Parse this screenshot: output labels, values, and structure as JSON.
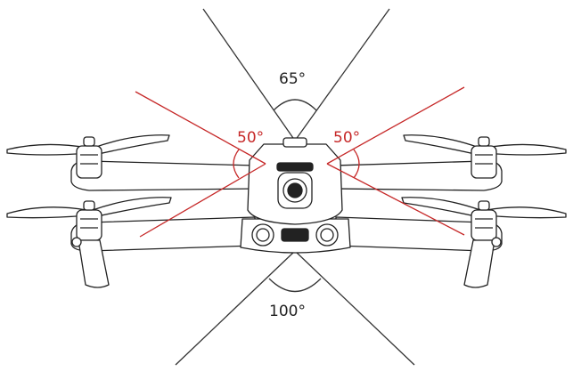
{
  "diagram": {
    "angles": {
      "top": {
        "label": "65°",
        "color": "#222222"
      },
      "left": {
        "label": "50°",
        "color": "#c62828"
      },
      "right": {
        "label": "50°",
        "color": "#c62828"
      },
      "bottom": {
        "label": "100°",
        "color": "#222222"
      }
    },
    "colors": {
      "line_dark": "#333333",
      "line_red": "#c62828",
      "drone_stroke": "#222222",
      "drone_fill": "#ffffff"
    }
  }
}
